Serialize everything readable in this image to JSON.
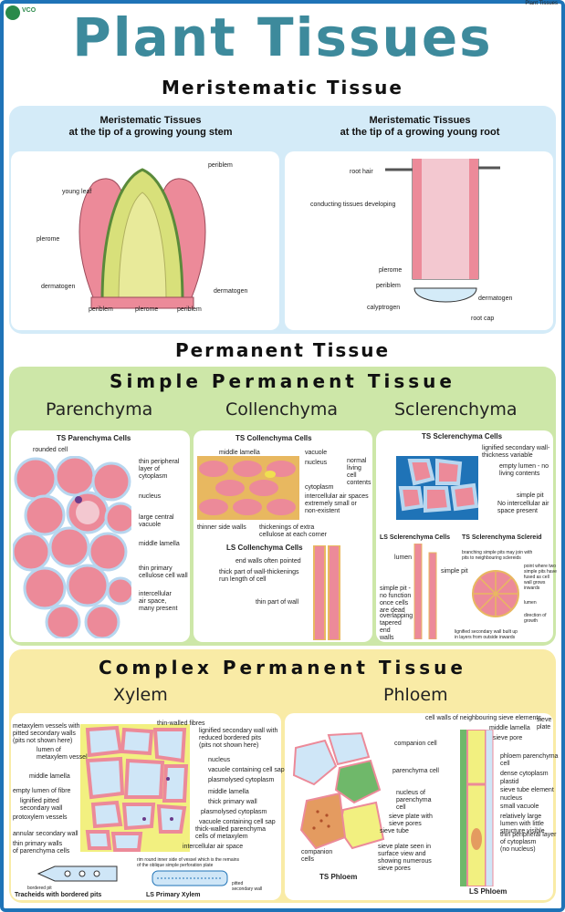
{
  "corner_tag": "Plant Tissues",
  "logo": "VCO",
  "title": "Plant Tissues",
  "meristematic": {
    "heading": "Meristematic Tissue",
    "stem_title": "Meristematic  Tissues\nat the tip of a growing young stem",
    "root_title": "Meristematic  Tissues\nat the tip of a growing young root",
    "stem_labels": [
      "periblem",
      "young leaf",
      "plerome",
      "dermatogen",
      "dermatogen",
      "periblem",
      "plerome",
      "periblem"
    ],
    "root_labels": [
      "root hair",
      "conducting tissues developing",
      "plerome",
      "periblem",
      "dermatogen",
      "calyptrogen",
      "root cap"
    ]
  },
  "permanent": {
    "heading": "Permanent Tissue"
  },
  "simple": {
    "heading": "Simple Permanent Tissue",
    "col1": "Parenchyma",
    "col2": "Collenchyma",
    "col3": "Sclerenchyma",
    "par_title": "TS Parenchyma Cells",
    "par_labels": [
      "rounded cell",
      "thin peripheral\nlayer of\ncytoplasm",
      "nucleus",
      "large central\nvacuole",
      "middle lamella",
      "thin primary\ncellulose cell wall",
      "intercellular\nair space,\nmany present"
    ],
    "col_title": "TS Collenchyma Cells",
    "col_labels": [
      "middle lamella",
      "vacuole",
      "nucleus",
      "cytoplasm",
      "normal\nliving\ncell\ncontents",
      "intercellular air spaces\nextremely small or\nnon-existent",
      "thinner side walls",
      "thickenings of extra\ncellulose at each corner"
    ],
    "ls_col_title": "LS Collenchyma Cells",
    "ls_col_labels": [
      "end walls often pointed",
      "thick part of wall-thickenings\nrun length of cell",
      "thin part of wall"
    ],
    "scl_title": "TS Sclerenchyma Cells",
    "scl_labels": [
      "lignified secondary wall-\nthickness variable",
      "empty lumen - no\nliving contents",
      "simple pit",
      "No intercellular air\nspace present"
    ],
    "ls_scl_title": "LS Sclerenchyma Cells",
    "ts_sclereid_title": "TS Sclerenchyma Sclereid",
    "ls_scl_labels": [
      "lumen",
      "simple pit",
      "simple pit -\nno function\nonce cells\nare dead",
      "overlapping\ntapered\nend\nwalls"
    ],
    "sclereid_labels": [
      "branching simple pits may join with\npits to neighbouring sclereids",
      "point where two\nsimple pits have\nfused as cell\nwall grows\ninwards",
      "lumen",
      "direction of\ngrowth",
      "lignified secondary wall built up\nin layers from outside inwards"
    ]
  },
  "complex": {
    "heading": "Complex Permanent Tissue",
    "col1": "Xylem",
    "col2": "Phloem",
    "xylem_labels_left": [
      "metaxylem vessels with\npitted secondary walls\n(pits not shown here)",
      "lumen of\nmetaxylem vessel",
      "middle lamella",
      "empty lumen of fibre",
      "lignified pitted\nsecondary wall",
      "protoxylem vessels",
      "annular secondary wall",
      "thin primary walls\nof parenchyma cells"
    ],
    "xylem_labels_right": [
      "thin-walled fibres",
      "lignified secondary wall with\nreduced bordered pits\n(pits not shown here)",
      "nucleus",
      "vacuole containing cell sap",
      "plasmolysed cytoplasm",
      "middle lamella",
      "thick primary wall",
      "plasmolysed cytoplasm",
      "vacuole containing cell sap",
      "thick-walled parenchyma\ncells of metaxylem",
      "intercellular air space"
    ],
    "xylem_bottom": [
      "rim round inner side of vessel which is the remains\nof the oblique simple perforation plate",
      "bordered pit",
      "Tracheids with bordered pits",
      "LS Primary Xylem",
      "pitted\nsecondary wall"
    ],
    "phloem_labels": [
      "cell walls of neighbouring sieve elements",
      "sieve\nplate",
      "middle lamella",
      "sieve pore",
      "companion cell",
      "parenchyma cell",
      "nucleus of\nparenchyma\ncell",
      "sieve plate with\nsieve pores",
      "sieve tube",
      "companion\ncells",
      "sieve plate seen in\nsurface view and\nshowing numerous\nsieve pores",
      "phloem parenchyma\ncell",
      "dense cytoplasm",
      "plastid",
      "sieve tube element",
      "nucleus",
      "small vacuole",
      "relatively large\nlumen with little\nstructure visible",
      "thin peripheral layer\nof cytoplasm\n(no nucleus)"
    ],
    "ts_phloem": "TS Phloem",
    "ls_phloem": "LS Phloem"
  },
  "colors": {
    "title": "#3d8a9c",
    "frame": "#1f73b7",
    "blue_panel": "#d4ebf8",
    "green_panel": "#cde7a8",
    "yellow_panel": "#f9eba6",
    "pink": "#ec8a99"
  }
}
